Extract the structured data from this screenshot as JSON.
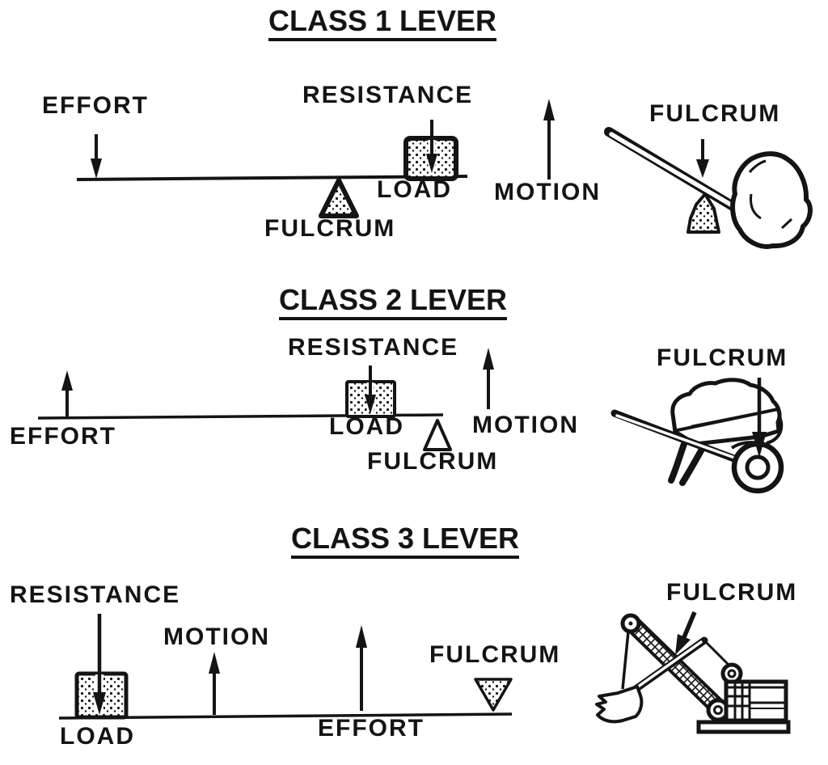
{
  "page": {
    "background": "#ffffff",
    "ink": "#141414"
  },
  "sections": [
    {
      "id": "class-1",
      "title": "CLASS 1 LEVER",
      "labels": {
        "effort": "EFFORT",
        "resistance": "RESISTANCE",
        "load": "LOAD",
        "fulcrum": "FULCRUM",
        "motion": "MOTION"
      },
      "illustration": {
        "name": "crowbar-and-rock",
        "fulcrum_label": "FULCRUM"
      }
    },
    {
      "id": "class-2",
      "title": "CLASS 2 LEVER",
      "labels": {
        "effort": "EFFORT",
        "resistance": "RESISTANCE",
        "load": "LOAD",
        "fulcrum": "FULCRUM",
        "motion": "MOTION"
      },
      "illustration": {
        "name": "wheelbarrow",
        "fulcrum_label": "FULCRUM"
      }
    },
    {
      "id": "class-3",
      "title": "CLASS 3 LEVER",
      "labels": {
        "effort": "EFFORT",
        "resistance": "RESISTANCE",
        "load": "LOAD",
        "fulcrum": "FULCRUM",
        "motion": "MOTION"
      },
      "illustration": {
        "name": "power-shovel",
        "fulcrum_label": "FULCRUM"
      }
    }
  ]
}
